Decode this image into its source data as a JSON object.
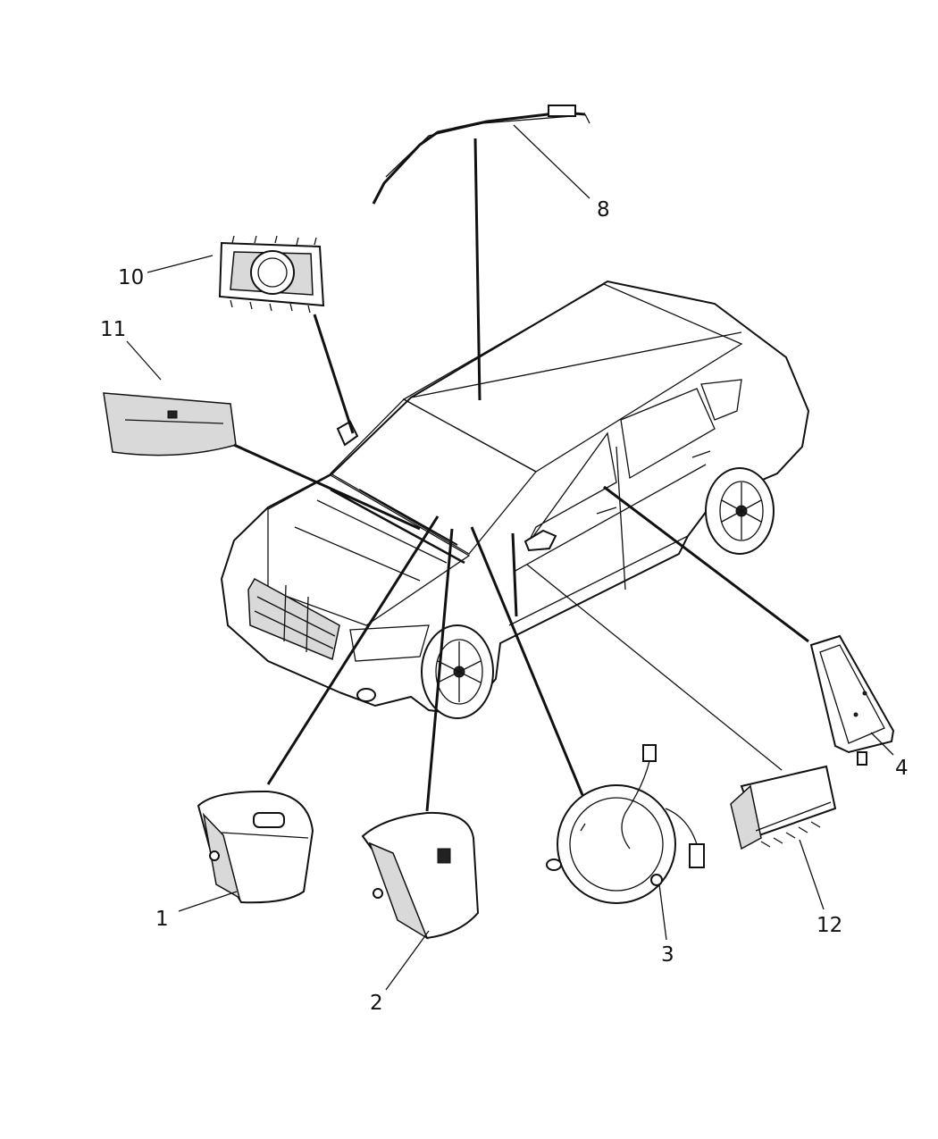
{
  "diagram": {
    "callouts": [
      {
        "id": "1",
        "label": "1"
      },
      {
        "id": "2",
        "label": "2"
      },
      {
        "id": "3",
        "label": "3"
      },
      {
        "id": "4",
        "label": "4"
      },
      {
        "id": "8",
        "label": "8"
      },
      {
        "id": "10",
        "label": "10"
      },
      {
        "id": "11",
        "label": "11"
      },
      {
        "id": "12",
        "label": "12"
      }
    ]
  }
}
